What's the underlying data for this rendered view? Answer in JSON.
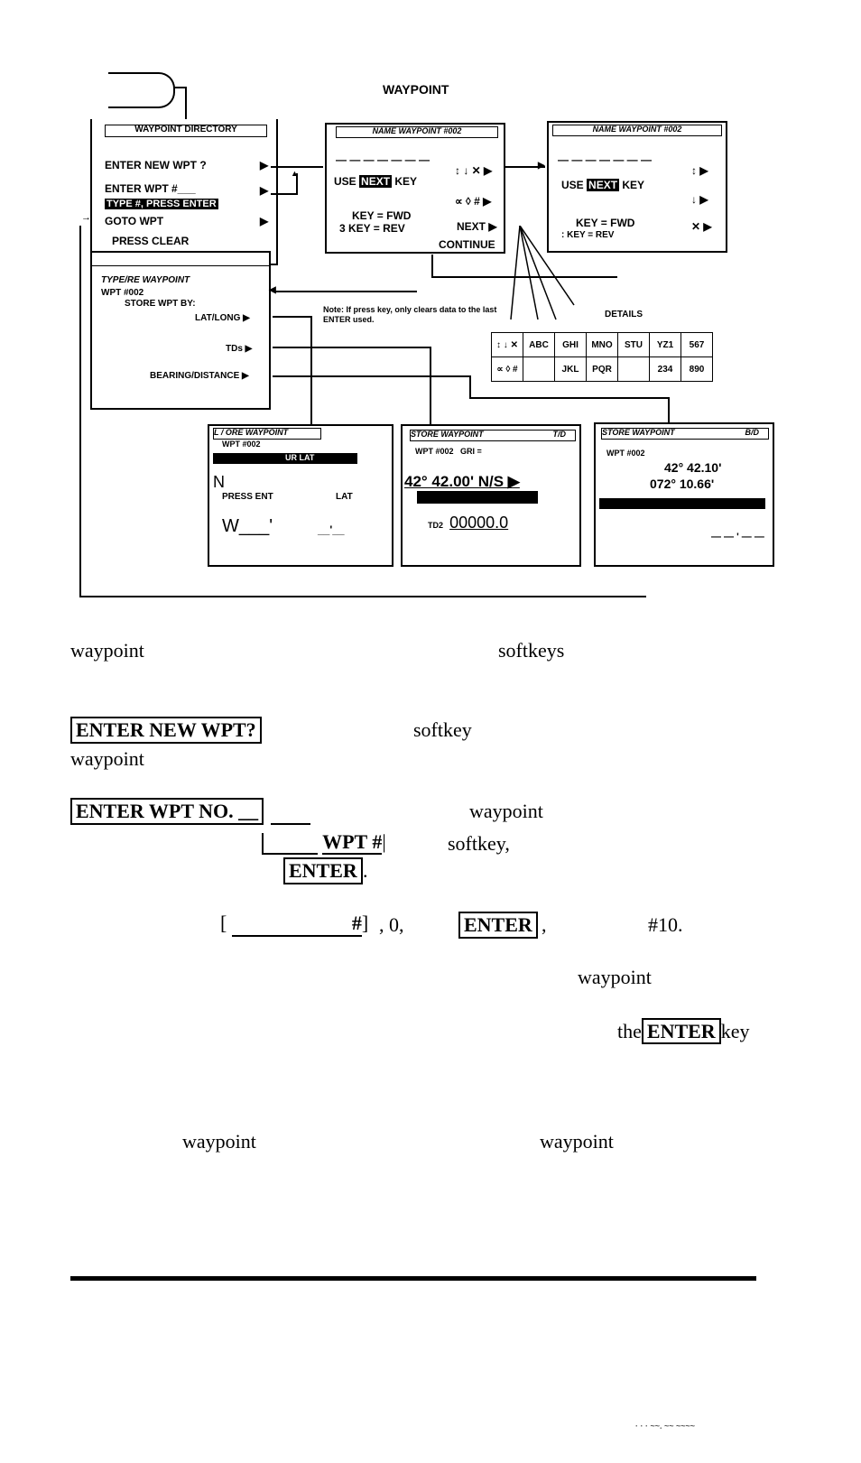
{
  "diagram": {
    "title": "WAYPOINT",
    "directory": {
      "header": "WAYPOINT DIRECTORY",
      "items": [
        "ENTER NEW WPT ?",
        "ENTER WPT     #___",
        "TYPE #, PRESS ENTER",
        "GOTO WPT",
        "PRESS CLEAR"
      ]
    },
    "name1": {
      "header": "NAME WAYPOINT  #002",
      "dashes": "— — — — — — —",
      "use": "USE",
      "next_inv": "NEXT",
      "key": "KEY",
      "right": [
        "↕ ↓ ✕ ▶",
        "∝ ◊ # ▶",
        "NEXT ▶"
      ],
      "fwd": "KEY = FWD",
      "rev": "3  KEY = REV",
      "continue": "CONTINUE"
    },
    "name2": {
      "header": "NAME WAYPOINT  #002",
      "dashes": "— — — — — — —",
      "use": "USE",
      "next_inv": "NEXT",
      "key": "KEY",
      "right": [
        "↕ ▶",
        "↓ ▶",
        "✕ ▶"
      ],
      "fwd": "KEY = FWD",
      "rev": ": KEY = REV"
    },
    "store": {
      "header": "TYPE/RE WAYPOINT",
      "wpt": "WPT #002",
      "by": "STORE WPT BY:",
      "opts": [
        "LAT/LONG",
        "TDs",
        "BEARING/DISTANCE"
      ]
    },
    "note": "Note: If press        key, only clears data to the last ENTER used.",
    "details_label": "DETAILS",
    "details_rows": [
      [
        "↕ ↓ ✕",
        "ABC",
        "GHI",
        "MNO",
        "STU",
        "YZ1",
        "567"
      ],
      [
        "∝ ◊ #",
        "",
        "JKL",
        "PQR",
        "",
        "234",
        "890"
      ]
    ],
    "latlong": {
      "header": "L / ORE WAYPOINT",
      "wpt": "WPT #002",
      "inv": "UR LAT",
      "n": "N",
      "press": "PRESS ENT",
      "lat": "LAT",
      "w": "W___'",
      "dash": "__'__"
    },
    "td": {
      "header": "STORE WAYPOINT",
      "tag": "T/D",
      "wpt": "WPT #002",
      "gri": "GRI =",
      "value": "42° 42.00' N/S ▶",
      "td2": "TD2",
      "td2val": "00000.0"
    },
    "bd": {
      "header": "STORE WAYPOINT",
      "tag": "B/D",
      "wpt": "WPT #002",
      "lat": "42° 42.10'",
      "lon": "072° 10.66'",
      "dash": "— — ' — —"
    }
  },
  "text": {
    "l1a": "waypoint",
    "l1b": "softkeys",
    "k1": "ENTER NEW WPT?",
    "l2a": "softkey",
    "l2b": "waypoint",
    "k2": "ENTER WPT NO. __",
    "l3a": "waypoint",
    "k3": "WPT #",
    "l3b": "softkey,",
    "k4": "ENTER",
    "l4dot": ".",
    "k5": "#",
    "l5a": ", 0,",
    "k6": "ENTER",
    "l5b": ",",
    "l5c": "#10.",
    "l6": "waypoint",
    "l7the": "the",
    "k7": "ENTER",
    "l7key": "key",
    "l8a": "waypoint",
    "l8b": "waypoint"
  }
}
